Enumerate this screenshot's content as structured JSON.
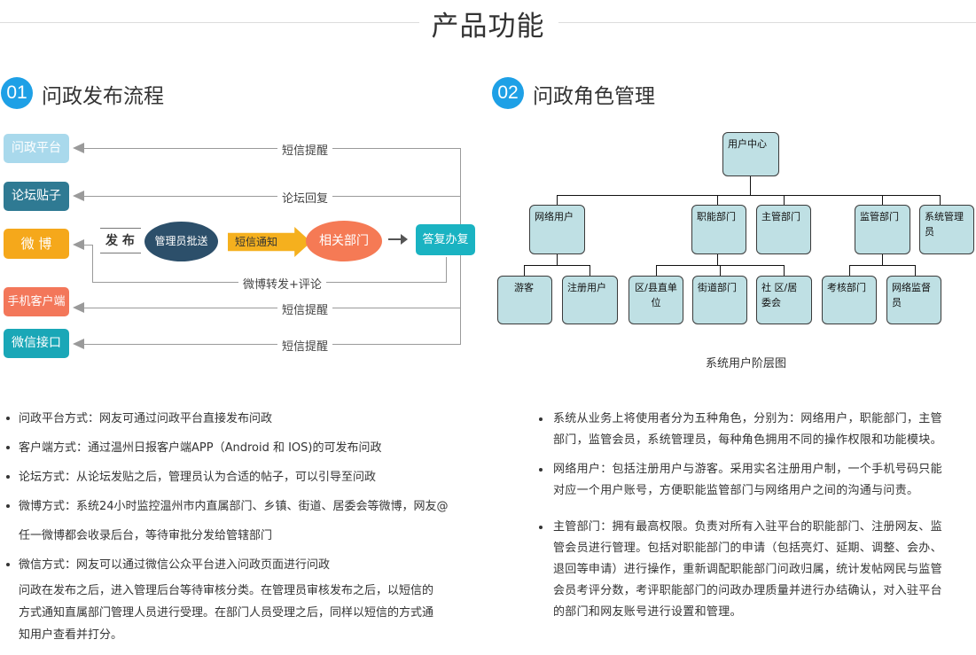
{
  "page": {
    "title": "产品功能"
  },
  "section1": {
    "number": "01",
    "title": "问政发布流程"
  },
  "section2": {
    "number": "02",
    "title": "问政角色管理"
  },
  "flow": {
    "channels": [
      {
        "label": "问政平台",
        "color": "#a9d9ec",
        "text_color": "#ffffff"
      },
      {
        "label": "论坛贴子",
        "color": "#2f7a93",
        "text_color": "#ffffff"
      },
      {
        "label": "微 博",
        "color": "#f5a81b",
        "text_color": "#ffffff"
      },
      {
        "label": "手机客户端",
        "color": "#f3775a",
        "text_color": "#ffffff"
      },
      {
        "label": "微信接口",
        "color": "#1aa7b7",
        "text_color": "#ffffff"
      }
    ],
    "publish_label": "发 布",
    "admin_label": "管理员批送",
    "sms_notice_label": "短信通知",
    "dept_label": "相关部门",
    "reply_label": "答复办复",
    "feedback_labels": [
      "短信提醒",
      "论坛回复",
      "微博转发+评论",
      "短信提醒",
      "短信提醒"
    ],
    "colors": {
      "admin": "#2c4f6a",
      "sms_arrow": "#f5b01e",
      "dept": "#f57a55",
      "reply": "#1ab3c2"
    }
  },
  "org_chart": {
    "root": "用户中心",
    "level1": [
      "网络用户",
      "职能部门",
      "主管部门",
      "监管部门",
      "系统管理员"
    ],
    "level2": [
      "游客",
      "注册用户",
      "区/县直单位",
      "街道部门",
      "社 区/居 委会",
      "考核部门",
      "网络监督员"
    ],
    "caption": "系统用户阶层图",
    "node_color": "#bfe0e4"
  },
  "left_bullets": [
    "问政平台方式：网友可通过问政平台直接发布问政",
    "客户端方式：通过温州日报客户端APP（Android 和 IOS)的可发布问政",
    "论坛方式：从论坛发贴之后，管理员认为合适的帖子，可以引导至问政",
    "微博方式：系统24小时监控温州市内直属部门、乡镇、街道、居委会等微博，网友@",
    "任一微博都会收录后台，等待审批分发给管辖部门",
    "微信方式：网友可以通过微信公众平台进入问政页面进行问政"
  ],
  "left_paragraph": [
    "问政在发布之后，进入管理后台等待审核分类。在管理员审核发布之后，以短信的",
    "方式通知直属部门管理人员进行受理。在部门人员受理之后，同样以短信的方式通",
    "知用户查看并打分。"
  ],
  "right_bullets": [
    [
      "系统从业务上将使用者分为五种角色，分别为：网络用户，职能部门，主管",
      "部门，监管会员，系统管理员，每种角色拥用不同的操作权限和功能模块。"
    ],
    [
      "网络用户：包括注册用户与游客。采用实名注册用户制，一个手机号码只能",
      "对应一个用户账号，方便职能监管部门与网络用户之间的沟通与问责。"
    ],
    [
      "主管部门：拥有最高权限。负责对所有入驻平台的职能部门、注册网友、监",
      "管会员进行管理。包括对职能部门的申请（包括亮灯、延期、调整、会办、",
      "退回等申请）进行操作，重新调配职能部门问政归属，统计发帖网民与监管",
      "会员考评分数，考评职能部门的问政办理质量并进行办结确认，对入驻平台",
      "的部门和网友账号进行设置和管理。"
    ]
  ]
}
